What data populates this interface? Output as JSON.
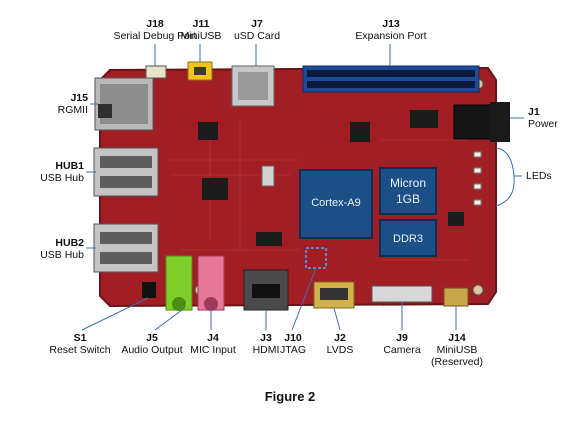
{
  "labels": {
    "j18": {
      "id": "J18",
      "name": "Serial Debug Port"
    },
    "j11": {
      "id": "J11",
      "name": "MiniUSB"
    },
    "j7": {
      "id": "J7",
      "name": "uSD Card"
    },
    "j13": {
      "id": "J13",
      "name": "Expansion Port"
    },
    "j15": {
      "id": "J15",
      "name": "RGMII"
    },
    "j1": {
      "id": "J1",
      "name": "Power"
    },
    "hub1": {
      "id": "HUB1",
      "name": "USB Hub"
    },
    "leds": {
      "name": "LEDs"
    },
    "hub2": {
      "id": "HUB2",
      "name": "USB Hub"
    },
    "s1": {
      "id": "S1",
      "name": "Reset Switch"
    },
    "j5": {
      "id": "J5",
      "name": "Audio Output"
    },
    "j4": {
      "id": "J4",
      "name": "MIC Input"
    },
    "j3": {
      "id": "J3",
      "name": "HDMI"
    },
    "j10": {
      "id": "J10",
      "name": "JTAG"
    },
    "j2": {
      "id": "J2",
      "name": "LVDS"
    },
    "j9": {
      "id": "J9",
      "name": "Camera"
    },
    "j14": {
      "id": "J14",
      "name": "MiniUSB",
      "note": "(Reserved)"
    }
  },
  "chips": {
    "cpu": "Cortex-A9",
    "mem_brand": "Micron",
    "mem_size": "1GB",
    "ddr": "DDR3"
  },
  "caption": "Figure 2",
  "colors": {
    "pcb": "#a11f24",
    "pcb_dark": "#7c1519",
    "chip_blue": "#1b4f86",
    "header_blue": "#1e4a9a",
    "callout": "#3a6fb5",
    "audio_green": "#7fcf2a",
    "mic_pink": "#e8789a"
  }
}
